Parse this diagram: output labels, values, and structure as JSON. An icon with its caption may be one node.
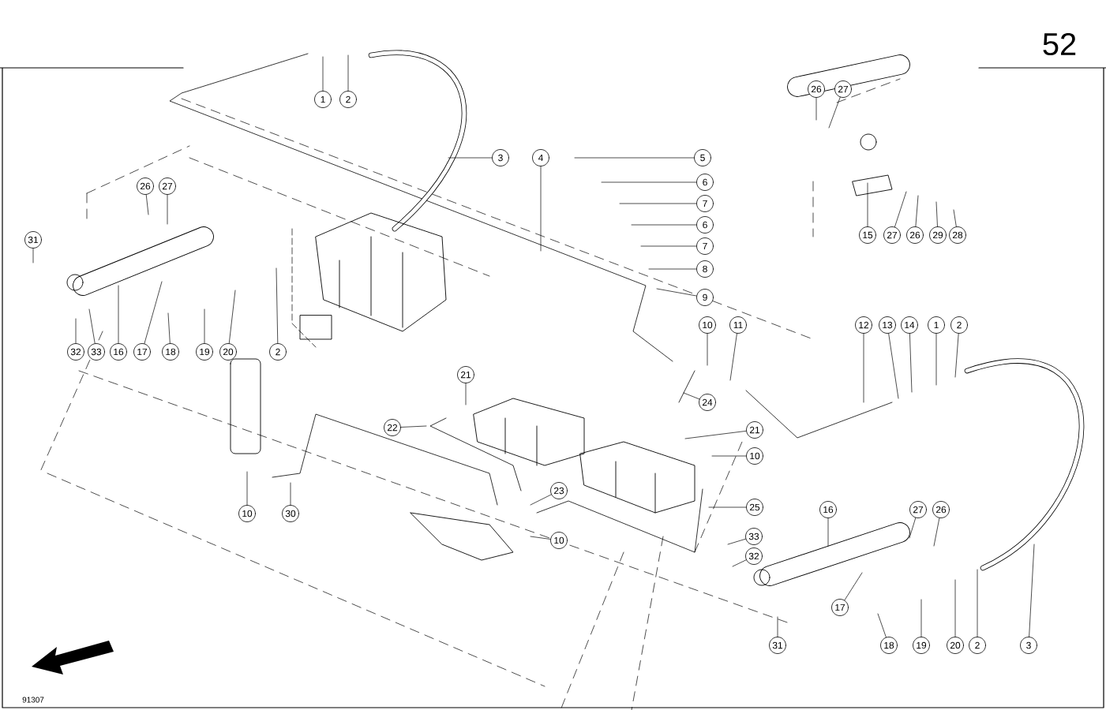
{
  "diagram": {
    "nodes": [
      {
        "text": [
          "1"
        ]
      },
      {
        "text": [
          "2"
        ]
      },
      {
        "text": [
          "3"
        ]
      },
      {
        "text": [
          "4"
        ]
      },
      {
        "text": [
          "5"
        ]
      },
      {
        "text": [
          "6"
        ]
      },
      {
        "text": [
          "7"
        ]
      },
      {
        "text": [
          "6"
        ]
      },
      {
        "text": [
          "7"
        ]
      },
      {
        "text": [
          "8"
        ]
      },
      {
        "text": [
          "9"
        ]
      },
      {
        "text": [
          "26"
        ]
      },
      {
        "text": [
          "27"
        ]
      },
      {
        "text": [
          "15"
        ]
      },
      {
        "text": [
          "27"
        ]
      },
      {
        "text": [
          "26"
        ]
      },
      {
        "text": [
          "29"
        ]
      },
      {
        "text": [
          "28"
        ]
      },
      {
        "text": [
          "26"
        ]
      },
      {
        "text": [
          "27"
        ]
      },
      {
        "text": [
          "31"
        ]
      },
      {
        "text": [
          "32"
        ]
      },
      {
        "text": [
          "33"
        ]
      },
      {
        "text": [
          "16"
        ]
      },
      {
        "text": [
          "17"
        ]
      },
      {
        "text": [
          "18"
        ]
      },
      {
        "text": [
          "19"
        ]
      },
      {
        "text": [
          "20"
        ]
      },
      {
        "text": [
          "2"
        ]
      },
      {
        "text": [
          "10"
        ]
      },
      {
        "text": [
          "11"
        ]
      },
      {
        "text": [
          "12"
        ]
      },
      {
        "text": [
          "13"
        ]
      },
      {
        "text": [
          "14"
        ]
      },
      {
        "text": [
          "1"
        ]
      },
      {
        "text": [
          "2"
        ]
      },
      {
        "text": [
          "21"
        ]
      },
      {
        "text": [
          "22"
        ]
      },
      {
        "text": [
          "24"
        ]
      },
      {
        "text": [
          "21"
        ]
      },
      {
        "text": [
          "10"
        ]
      },
      {
        "text": [
          "23"
        ]
      },
      {
        "text": [
          "25"
        ]
      },
      {
        "text": [
          "10"
        ]
      },
      {
        "text": [
          "30"
        ]
      },
      {
        "text": [
          "10"
        ]
      },
      {
        "text": [
          "16"
        ]
      },
      {
        "text": [
          "27"
        ]
      },
      {
        "text": [
          "26"
        ]
      },
      {
        "text": [
          "33"
        ]
      },
      {
        "text": [
          "32"
        ]
      },
      {
        "text": [
          "31"
        ]
      },
      {
        "text": [
          "17"
        ]
      },
      {
        "text": [
          "18"
        ]
      },
      {
        "text": [
          "19"
        ]
      },
      {
        "text": [
          "20"
        ]
      },
      {
        "text": [
          "2"
        ]
      },
      {
        "text": [
          "3"
        ]
      }
    ],
    "edges": [
      {
        "from": 0,
        "to": null,
        "arrow": "none"
      },
      {
        "from": 1,
        "to": null,
        "arrow": "none"
      },
      {
        "from": 2,
        "to": null,
        "arrow": "none"
      },
      {
        "from": 3,
        "to": null,
        "arrow": "none"
      },
      {
        "from": 4,
        "to": null,
        "arrow": "none"
      },
      {
        "from": 5,
        "to": null,
        "arrow": "none"
      },
      {
        "from": 6,
        "to": null,
        "arrow": "none"
      },
      {
        "from": 7,
        "to": null,
        "arrow": "none"
      },
      {
        "from": 8,
        "to": null,
        "arrow": "none"
      },
      {
        "from": 9,
        "to": null,
        "arrow": "none"
      },
      {
        "from": 10,
        "to": null,
        "arrow": "none"
      },
      {
        "from": 11,
        "to": null,
        "arrow": "none"
      },
      {
        "from": 12,
        "to": null,
        "arrow": "none"
      },
      {
        "from": 13,
        "to": null,
        "arrow": "none"
      },
      {
        "from": 14,
        "to": null,
        "arrow": "none"
      },
      {
        "from": 15,
        "to": null,
        "arrow": "none"
      },
      {
        "from": 16,
        "to": null,
        "arrow": "none"
      },
      {
        "from": 17,
        "to": null,
        "arrow": "none"
      },
      {
        "from": 18,
        "to": null,
        "arrow": "none"
      },
      {
        "from": 19,
        "to": null,
        "arrow": "none"
      },
      {
        "from": 20,
        "to": null,
        "arrow": "none"
      },
      {
        "from": 21,
        "to": null,
        "arrow": "none"
      },
      {
        "from": 22,
        "to": null,
        "arrow": "none"
      },
      {
        "from": 23,
        "to": null,
        "arrow": "none"
      },
      {
        "from": 24,
        "to": null,
        "arrow": "none"
      },
      {
        "from": 25,
        "to": null,
        "arrow": "none"
      },
      {
        "from": 26,
        "to": null,
        "arrow": "none"
      },
      {
        "from": 27,
        "to": null,
        "arrow": "none"
      },
      {
        "from": 28,
        "to": null,
        "arrow": "none"
      },
      {
        "from": 29,
        "to": null,
        "arrow": "none"
      },
      {
        "from": 30,
        "to": null,
        "arrow": "none"
      },
      {
        "from": 31,
        "to": null,
        "arrow": "none"
      },
      {
        "from": 32,
        "to": null,
        "arrow": "none"
      },
      {
        "from": 33,
        "to": null,
        "arrow": "none"
      },
      {
        "from": 34,
        "to": null,
        "arrow": "none"
      },
      {
        "from": 35,
        "to": null,
        "arrow": "none"
      },
      {
        "from": 36,
        "to": null,
        "arrow": "none"
      },
      {
        "from": 37,
        "to": null,
        "arrow": "none"
      },
      {
        "from": 38,
        "to": null,
        "arrow": "none"
      },
      {
        "from": 39,
        "to": null,
        "arrow": "none"
      },
      {
        "from": 40,
        "to": null,
        "arrow": "none"
      },
      {
        "from": 41,
        "to": null,
        "arrow": "none"
      },
      {
        "from": 42,
        "to": null,
        "arrow": "none"
      },
      {
        "from": 43,
        "to": null,
        "arrow": "none"
      },
      {
        "from": 44,
        "to": null,
        "arrow": "none"
      },
      {
        "from": 45,
        "to": null,
        "arrow": "none"
      },
      {
        "from": 46,
        "to": null,
        "arrow": "none"
      },
      {
        "from": 47,
        "to": null,
        "arrow": "none"
      },
      {
        "from": 48,
        "to": null,
        "arrow": "none"
      },
      {
        "from": 49,
        "to": null,
        "arrow": "none"
      },
      {
        "from": 50,
        "to": null,
        "arrow": "none"
      },
      {
        "from": 51,
        "to": null,
        "arrow": "none"
      },
      {
        "from": 52,
        "to": null,
        "arrow": "none"
      },
      {
        "from": 53,
        "to": null,
        "arrow": "none"
      },
      {
        "from": 54,
        "to": null,
        "arrow": "none"
      },
      {
        "from": 55,
        "to": null,
        "arrow": "none"
      },
      {
        "from": 56,
        "to": null,
        "arrow": "none"
      },
      {
        "from": 57,
        "to": null,
        "arrow": "none"
      }
    ],
    "labels": [
      "52",
      "91307"
    ]
  }
}
